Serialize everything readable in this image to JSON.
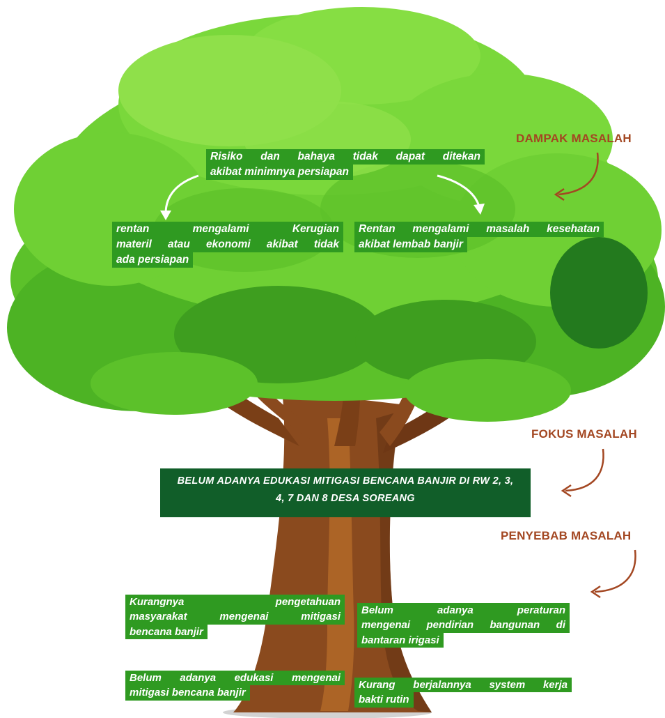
{
  "labels": {
    "dampak": "DAMPAK MASALAH",
    "fokus": "FOKUS MASALAH",
    "penyebab": "PENYEBAB MASALAH"
  },
  "impact": {
    "top": [
      "Risiko dan bahaya tidak dapat ditekan",
      "akibat minimnya persiapan"
    ],
    "left": [
      "rentan mengalami Kerugian",
      "materil atau ekonomi akibat tidak",
      "ada persiapan"
    ],
    "right": [
      "Rentan mengalami masalah kesehatan",
      "akibat lembab banjir"
    ]
  },
  "focus": [
    "BELUM ADANYA EDUKASI MITIGASI BENCANA BANJIR DI RW 2, 3,",
    "4, 7 DAN 8 DESA SOREANG"
  ],
  "causes": {
    "c1": [
      "Kurangnya pengetahuan",
      "masyarakat mengenai mitigasi",
      "bencana banjir"
    ],
    "c2": [
      "Belum adanya peraturan",
      "mengenai pendirian bangunan di",
      "bantaran irigasi"
    ],
    "c3": [
      "Belum adanya edukasi mengenai",
      "mitigasi bencana banjir"
    ],
    "c4": [
      "Kurang berjalannya system kerja",
      "bakti rutin"
    ]
  },
  "colors": {
    "box_green": "#2f9a21",
    "focus_green": "#115e29",
    "label_brown": "#a34722",
    "leaf_light": "#8fe04a",
    "leaf_mid": "#5cc12a",
    "leaf_dark": "#237a1e",
    "trunk": "#8a4a1e"
  }
}
